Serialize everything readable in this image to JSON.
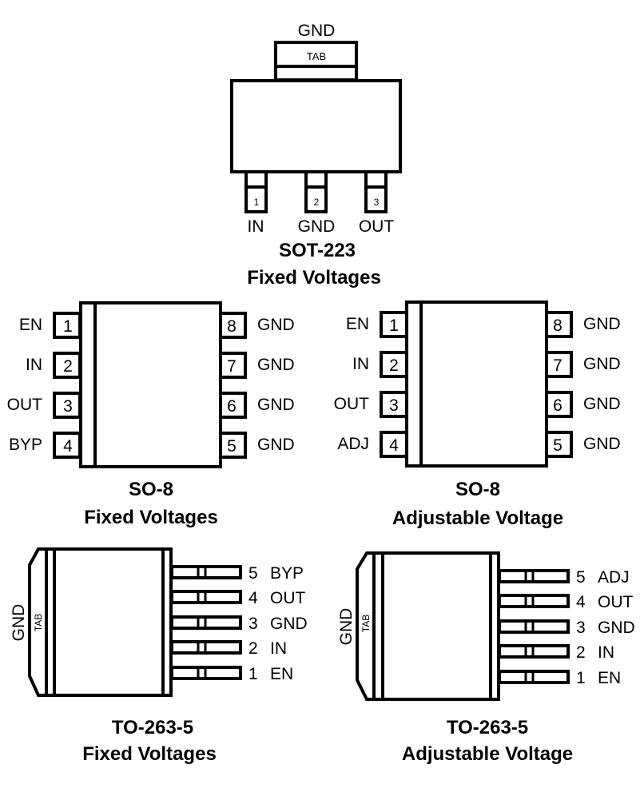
{
  "packages": {
    "sot223": {
      "name": "SOT-223",
      "subtitle": "Fixed Voltages",
      "tab_label": "TAB",
      "tab_signal": "GND",
      "pins": [
        {
          "number": "1",
          "signal": "IN"
        },
        {
          "number": "2",
          "signal": "GND"
        },
        {
          "number": "3",
          "signal": "OUT"
        }
      ]
    },
    "so8_fixed": {
      "name": "SO-8",
      "subtitle": "Fixed Voltages",
      "left_pins": [
        {
          "number": "1",
          "signal": "EN"
        },
        {
          "number": "2",
          "signal": "IN"
        },
        {
          "number": "3",
          "signal": "OUT"
        },
        {
          "number": "4",
          "signal": "BYP"
        }
      ],
      "right_pins": [
        {
          "number": "8",
          "signal": "GND"
        },
        {
          "number": "7",
          "signal": "GND"
        },
        {
          "number": "6",
          "signal": "GND"
        },
        {
          "number": "5",
          "signal": "GND"
        }
      ]
    },
    "so8_adj": {
      "name": "SO-8",
      "subtitle": "Adjustable Voltage",
      "left_pins": [
        {
          "number": "1",
          "signal": "EN"
        },
        {
          "number": "2",
          "signal": "IN"
        },
        {
          "number": "3",
          "signal": "OUT"
        },
        {
          "number": "4",
          "signal": "ADJ"
        }
      ],
      "right_pins": [
        {
          "number": "8",
          "signal": "GND"
        },
        {
          "number": "7",
          "signal": "GND"
        },
        {
          "number": "6",
          "signal": "GND"
        },
        {
          "number": "5",
          "signal": "GND"
        }
      ]
    },
    "to263_fixed": {
      "name": "TO-263-5",
      "subtitle": "Fixed Voltages",
      "tab_label": "TAB",
      "tab_signal": "GND",
      "pins": [
        {
          "number": "5",
          "signal": "BYP"
        },
        {
          "number": "4",
          "signal": "OUT"
        },
        {
          "number": "3",
          "signal": "GND"
        },
        {
          "number": "2",
          "signal": "IN"
        },
        {
          "number": "1",
          "signal": "EN"
        }
      ]
    },
    "to263_adj": {
      "name": "TO-263-5",
      "subtitle": "Adjustable Voltage",
      "tab_label": "TAB",
      "tab_signal": "GND",
      "pins": [
        {
          "number": "5",
          "signal": "ADJ"
        },
        {
          "number": "4",
          "signal": "OUT"
        },
        {
          "number": "3",
          "signal": "GND"
        },
        {
          "number": "2",
          "signal": "IN"
        },
        {
          "number": "1",
          "signal": "EN"
        }
      ]
    }
  }
}
